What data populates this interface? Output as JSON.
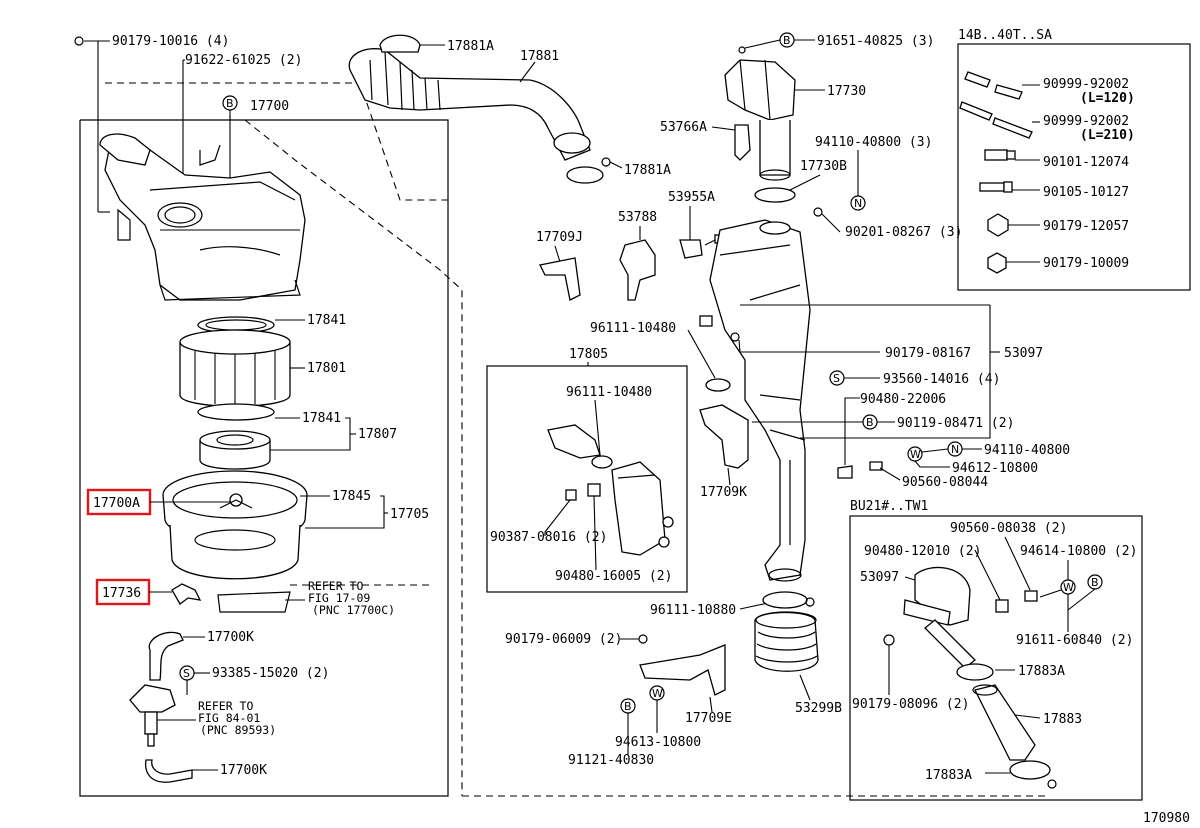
{
  "diagram_id": "170980",
  "labels": {
    "p90179_10016": "90179-10016 (4)",
    "p91622_61025": "91622-61025 (2)",
    "p17700": "17700",
    "p17881A_top": "17881A",
    "p17881": "17881",
    "p17881A_mid": "17881A",
    "p91651_40825": "91651-40825 (3)",
    "p17730": "17730",
    "p53766A": "53766A",
    "p94110_40800a": "94110-40800 (3)",
    "p17730B": "17730B",
    "p53955A": "53955A",
    "p53788": "53788",
    "p17709J": "17709J",
    "p90201_08267": "90201-08267 (3)",
    "p17841a": "17841",
    "p17801": "17801",
    "p17841b": "17841",
    "p17807": "17807",
    "p17845": "17845",
    "p17705": "17705",
    "p17700A": "17700A",
    "p17736": "17736",
    "refer1_a": "REFER TO",
    "refer1_b": "FIG 17-09",
    "refer1_c": "(PNC 17700C)",
    "p17700K_a": "17700K",
    "p93385_15020": "93385-15020 (2)",
    "refer2_a": "REFER TO",
    "refer2_b": "FIG 84-01",
    "refer2_c": "(PNC 89593)",
    "p17700K_b": "17700K",
    "p96111_10480a": "96111-10480",
    "p17805": "17805",
    "p96111_10480b": "96111-10480",
    "p90387_08016": "90387-08016 (2)",
    "p90480_16005": "90480-16005 (2)",
    "p17709K": "17709K",
    "p90179_08167": "90179-08167",
    "p53097a": "53097",
    "p93560_14016": "93560-14016 (4)",
    "p90480_22006": "90480-22006",
    "p90119_08471": "90119-08471 (2)",
    "p94110_40800b": "94110-40800",
    "p94612_10800": "94612-10800",
    "p90560_08044": "90560-08044",
    "p96111_10880": "96111-10880",
    "p90179_06009": "90179-06009 (2)",
    "p17709E": "17709E",
    "p53299B": "53299B",
    "p94613_10800": "94613-10800",
    "p91121_40830": "91121-40830",
    "inset1_title": "14B..40T..SA",
    "p90999_92002a": "90999-92002",
    "l120": "(L=120)",
    "p90999_92002b": "90999-92002",
    "l210": "(L=210)",
    "p90101_12074": "90101-12074",
    "p90105_10127": "90105-10127",
    "p90179_12057": "90179-12057",
    "p90179_10009": "90179-10009",
    "inset2_title": "BU21#..TW1",
    "p90560_08038": "90560-08038 (2)",
    "p90480_12010": "90480-12010 (2)",
    "p94614_10800": "94614-10800 (2)",
    "p53097b": "53097",
    "p91611_60840": "91611-60840 (2)",
    "p17883A_a": "17883A",
    "p90179_08096": "90179-08096 (2)",
    "p17883": "17883",
    "p17883A_b": "17883A"
  },
  "symbols": {
    "B": "B",
    "S": "S",
    "N": "N",
    "W": "W"
  },
  "highlight_color": "#e0161b",
  "highlighted_parts": [
    "17700A",
    "17736"
  ]
}
